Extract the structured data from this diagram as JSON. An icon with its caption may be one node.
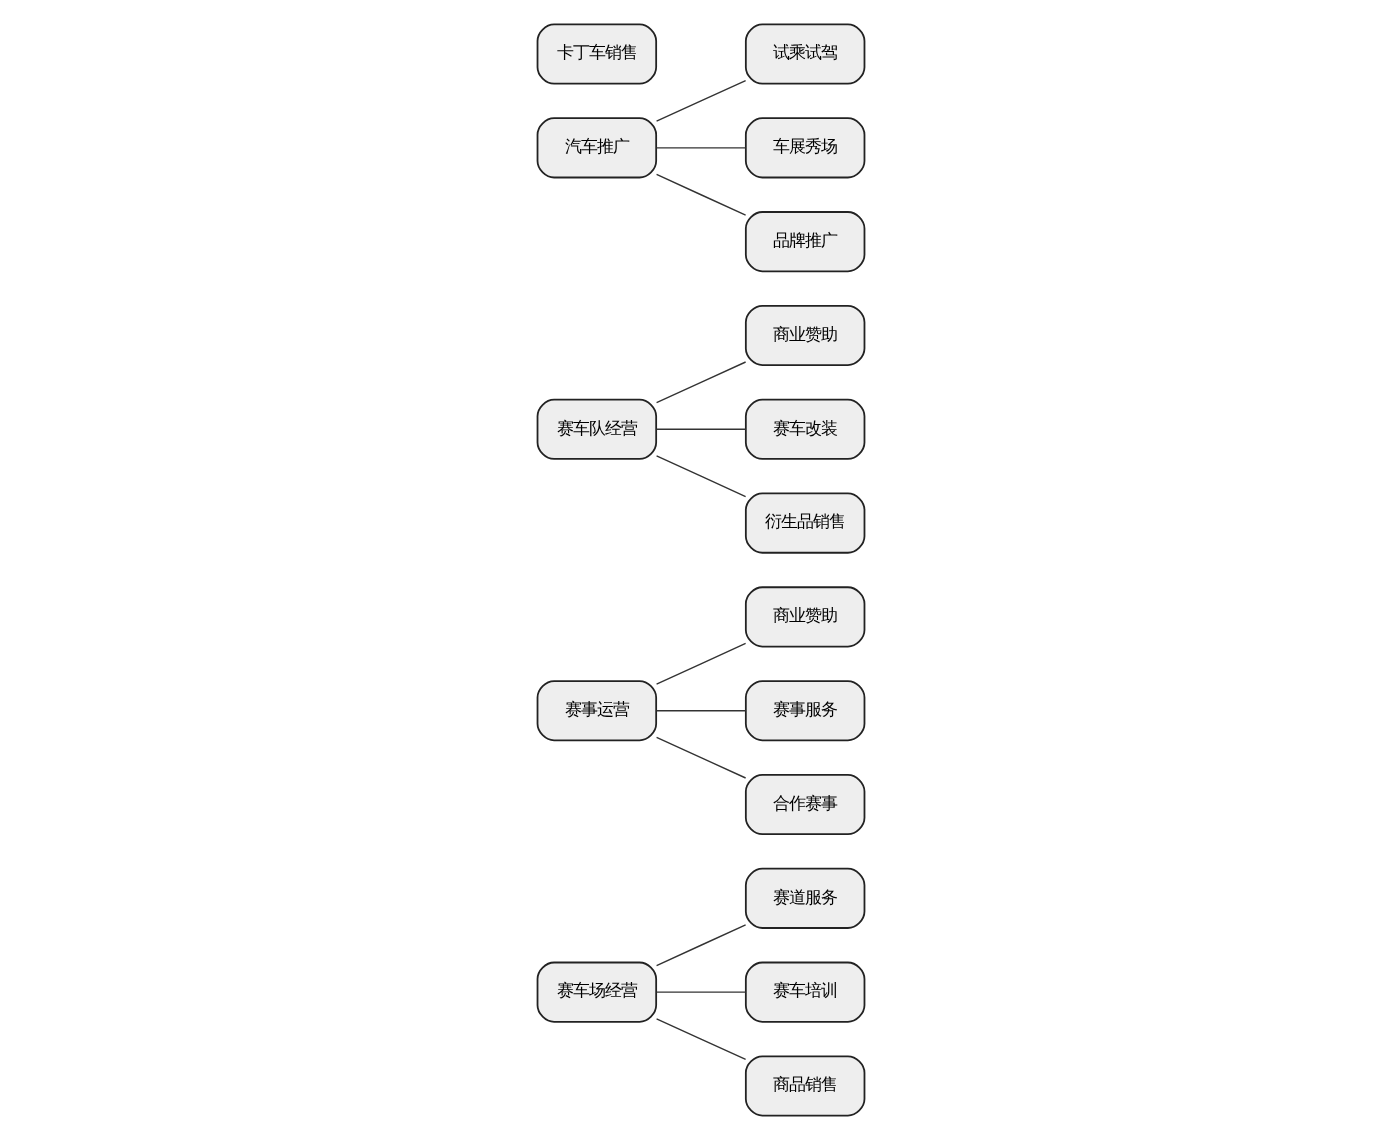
{
  "diagram": {
    "nodes": [
      {
        "text": [
          "赛车场经营"
        ]
      },
      {
        "text": [
          "赛道服务"
        ]
      },
      {
        "text": [
          "赛车培训"
        ]
      },
      {
        "text": [
          "商品销售"
        ]
      },
      {
        "text": [
          "赛事运营"
        ]
      },
      {
        "text": [
          "商业赞助"
        ]
      },
      {
        "text": [
          "赛事服务"
        ]
      },
      {
        "text": [
          "合作赛事"
        ]
      },
      {
        "text": [
          "赛车队经营"
        ]
      },
      {
        "text": [
          "商业赞助"
        ]
      },
      {
        "text": [
          "赛车改装"
        ]
      },
      {
        "text": [
          "衍生品销售"
        ]
      },
      {
        "text": [
          "汽车推广"
        ]
      },
      {
        "text": [
          "试乘试驾"
        ]
      },
      {
        "text": [
          "车展秀场"
        ]
      },
      {
        "text": [
          "品牌推广"
        ]
      },
      {
        "text": [
          "卡丁车销售"
        ]
      }
    ],
    "edges": [
      {
        "from": 0,
        "to": 1,
        "arrow": "none"
      },
      {
        "from": 0,
        "to": 2,
        "arrow": "none"
      },
      {
        "from": 0,
        "to": 3,
        "arrow": "none"
      },
      {
        "from": 4,
        "to": 5,
        "arrow": "none"
      },
      {
        "from": 4,
        "to": 6,
        "arrow": "none"
      },
      {
        "from": 4,
        "to": 7,
        "arrow": "none"
      },
      {
        "from": 8,
        "to": 9,
        "arrow": "none"
      },
      {
        "from": 8,
        "to": 10,
        "arrow": "none"
      },
      {
        "from": 8,
        "to": 11,
        "arrow": "none"
      },
      {
        "from": 12,
        "to": 13,
        "arrow": "none"
      },
      {
        "from": 12,
        "to": 14,
        "arrow": "none"
      },
      {
        "from": 12,
        "to": 15,
        "arrow": "none"
      }
    ]
  }
}
